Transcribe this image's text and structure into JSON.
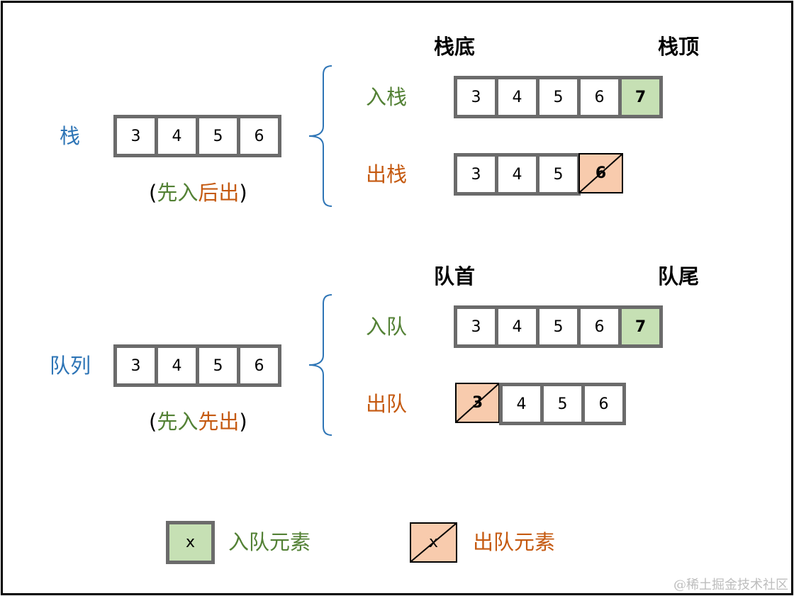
{
  "stack": {
    "label": "栈",
    "cells": [
      "3",
      "4",
      "5",
      "6"
    ],
    "rule": {
      "open": "(",
      "a": "先入",
      "b": "后出",
      "close": ")"
    },
    "bottom_label": "栈底",
    "top_label": "栈顶",
    "push": {
      "label": "入栈",
      "cells": [
        "3",
        "4",
        "5",
        "6"
      ],
      "new": "7"
    },
    "pop": {
      "label": "出栈",
      "cells": [
        "3",
        "4",
        "5"
      ],
      "removed": "6"
    }
  },
  "queue": {
    "label": "队列",
    "cells": [
      "3",
      "4",
      "5",
      "6"
    ],
    "rule": {
      "open": "(",
      "a": "先入",
      "b": "先出",
      "close": ")"
    },
    "head_label": "队首",
    "tail_label": "队尾",
    "enqueue": {
      "label": "入队",
      "cells": [
        "3",
        "4",
        "5",
        "6"
      ],
      "new": "7"
    },
    "dequeue": {
      "label": "出队",
      "removed": "3",
      "cells": [
        "4",
        "5",
        "6"
      ]
    }
  },
  "legend": {
    "push_symbol": "x",
    "push_label": "入队元素",
    "pop_symbol": "x",
    "pop_label": "出队元素"
  },
  "watermark": "@稀土掘金技术社区",
  "colors": {
    "push_fill": "#c6e0b4",
    "pop_fill": "#f8cbad",
    "cell_border": "#6b6b6b",
    "title_blue": "#2e75b6",
    "green": "#538135",
    "orange": "#c55a11"
  }
}
